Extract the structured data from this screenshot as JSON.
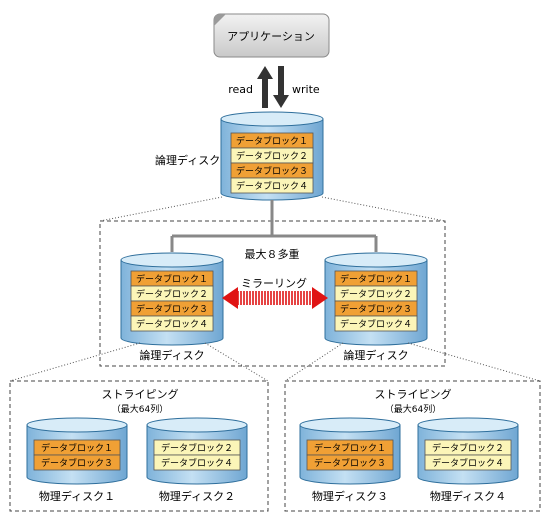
{
  "app": {
    "label": "アプリケーション"
  },
  "io": {
    "read": "read",
    "write": "write"
  },
  "logical_disk_label": "論理ディスク",
  "mirror": {
    "max_label": "最大８多重",
    "label": "ミラーリング"
  },
  "striping": {
    "label": "ストライピング",
    "max_label": "（最大64列）"
  },
  "blocks": [
    "データブロック１",
    "データブロック２",
    "データブロック３",
    "データブロック４"
  ],
  "physical": {
    "disk1": {
      "label": "物理ディスク１",
      "blocks": [
        "データブロック１",
        "データブロック３"
      ]
    },
    "disk2": {
      "label": "物理ディスク２",
      "blocks": [
        "データブロック２",
        "データブロック４"
      ]
    },
    "disk3": {
      "label": "物理ディスク３",
      "blocks": [
        "データブロック１",
        "データブロック３"
      ]
    },
    "disk4": {
      "label": "物理ディスク４",
      "blocks": [
        "データブロック２",
        "データブロック４"
      ]
    }
  },
  "colors": {
    "cylinder": "#a9cfe9",
    "cylinder_stroke": "#2f6f9c",
    "block_orange": "#f0a035",
    "block_yellow": "#fbf5b8",
    "mirror_arrow": "#e01414"
  }
}
